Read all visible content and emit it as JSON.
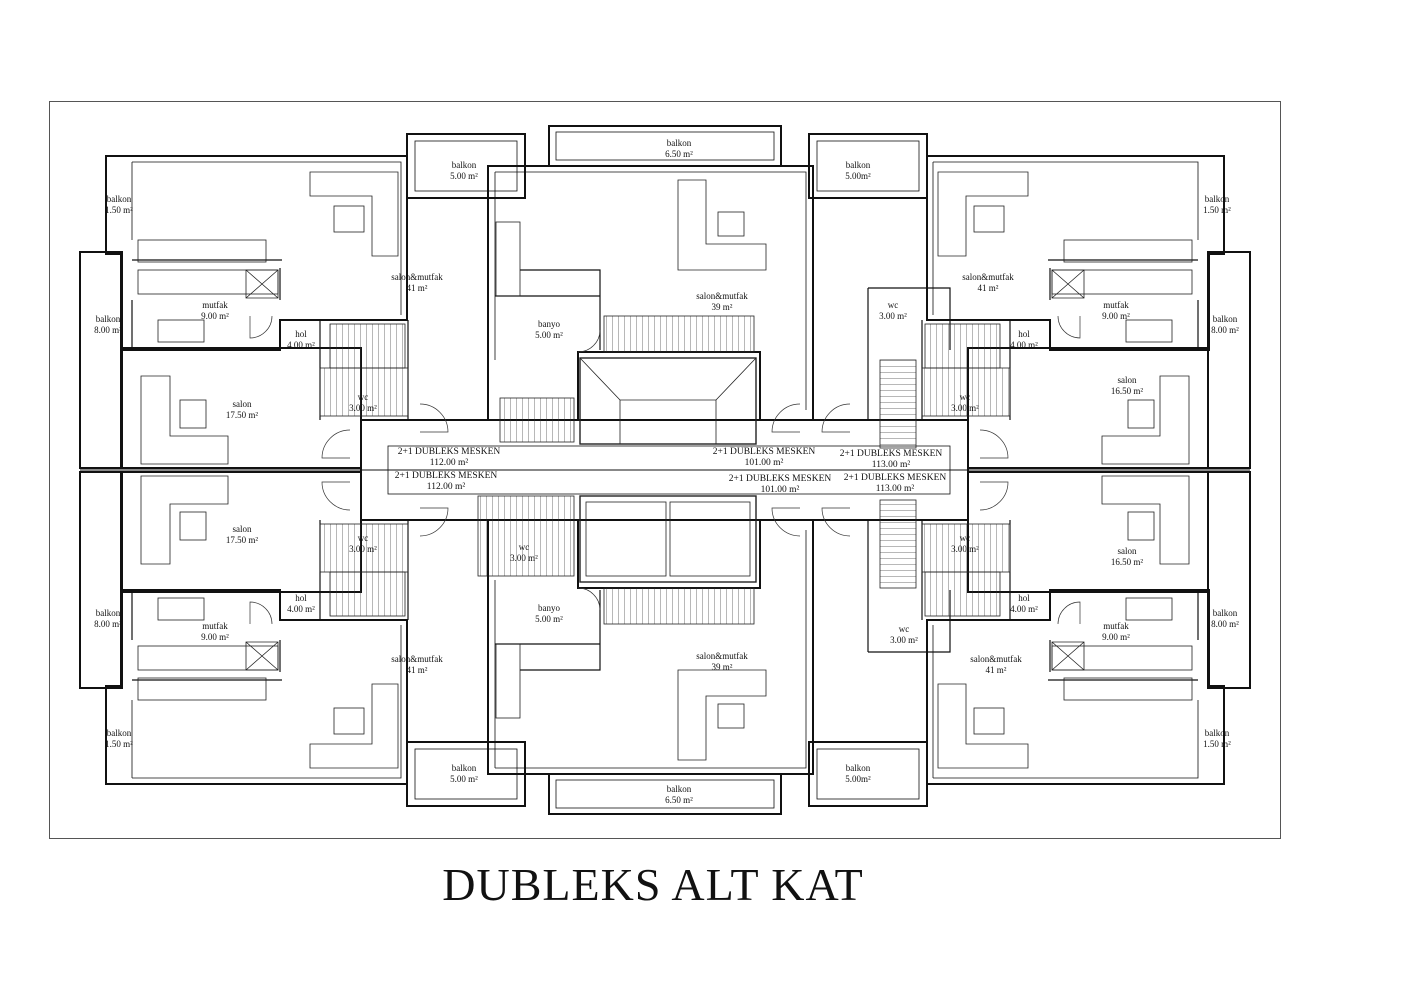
{
  "title": "DUBLEKS ALT KAT",
  "units": [
    {
      "key": "u1",
      "name": "2+1 DUBLEKS MESKEN",
      "area": "112.00 m²"
    },
    {
      "key": "u2",
      "name": "2+1 DUBLEKS MESKEN",
      "area": "101.00 m²"
    },
    {
      "key": "u3",
      "name": "2+1 DUBLEKS MESKEN",
      "area": "113.00 m²"
    },
    {
      "key": "u4",
      "name": "2+1 DUBLEKS MESKEN",
      "area": "112.00 m²"
    },
    {
      "key": "u5",
      "name": "2+1 DUBLEKS MESKEN",
      "area": "101.00 m²"
    },
    {
      "key": "u6",
      "name": "2+1 DUBLEKS MESKEN",
      "area": "113.00 m²"
    }
  ],
  "rooms": [
    {
      "name": "balkon",
      "area": "6.50 m²"
    },
    {
      "name": "balkon",
      "area": "5.00 m²"
    },
    {
      "name": "balkon",
      "area": "5.00m²"
    },
    {
      "name": "balkon",
      "area": "1.50 m²"
    },
    {
      "name": "balkon",
      "area": "1.50 m²"
    },
    {
      "name": "salon&mutfak",
      "area": "41 m²"
    },
    {
      "name": "salon&mutfak",
      "area": "41 m²"
    },
    {
      "name": "salon&mutfak",
      "area": "39 m²"
    },
    {
      "name": "mutfak",
      "area": "9.00 m²"
    },
    {
      "name": "mutfak",
      "area": "9.00 m²"
    },
    {
      "name": "balkon",
      "area": "8.00 m²"
    },
    {
      "name": "balkon",
      "area": "8.00 m²"
    },
    {
      "name": "banyo",
      "area": "5.00 m²"
    },
    {
      "name": "hol",
      "area": "4.00 m²"
    },
    {
      "name": "hol",
      "area": "4.00 m²"
    },
    {
      "name": "wc",
      "area": "3.00 m²"
    },
    {
      "name": "wc",
      "area": "3.00 m²"
    },
    {
      "name": "wc",
      "area": "3.00 m²"
    },
    {
      "name": "salon",
      "area": "17.50 m²"
    },
    {
      "name": "salon",
      "area": "16.50 m²"
    },
    {
      "name": "salon",
      "area": "17.50 m²"
    },
    {
      "name": "salon",
      "area": "16.50 m²"
    },
    {
      "name": "wc",
      "area": "3.00 m²"
    },
    {
      "name": "wc",
      "area": "3.00 m²"
    },
    {
      "name": "banyo",
      "area": "5.00 m²"
    },
    {
      "name": "wc",
      "area": "3.00 m²"
    },
    {
      "name": "wc",
      "area": "3.00 m²"
    },
    {
      "name": "hol",
      "area": "4.00 m²"
    },
    {
      "name": "hol",
      "area": "4.00 m²"
    },
    {
      "name": "balkon",
      "area": "8.00 m²"
    },
    {
      "name": "balkon",
      "area": "8.00 m²"
    },
    {
      "name": "mutfak",
      "area": "9.00 m²"
    },
    {
      "name": "mutfak",
      "area": "9.00 m²"
    },
    {
      "name": "salon&mutfak",
      "area": "41 m²"
    },
    {
      "name": "salon&mutfak",
      "area": "39 m²"
    },
    {
      "name": "salon&mutfak",
      "area": "41 m²"
    },
    {
      "name": "balkon",
      "area": "1.50 m²"
    },
    {
      "name": "balkon",
      "area": "1.50 m²"
    },
    {
      "name": "balkon",
      "area": "5.00 m²"
    },
    {
      "name": "balkon",
      "area": "5.00m²"
    },
    {
      "name": "balkon",
      "area": "6.50 m²"
    }
  ]
}
